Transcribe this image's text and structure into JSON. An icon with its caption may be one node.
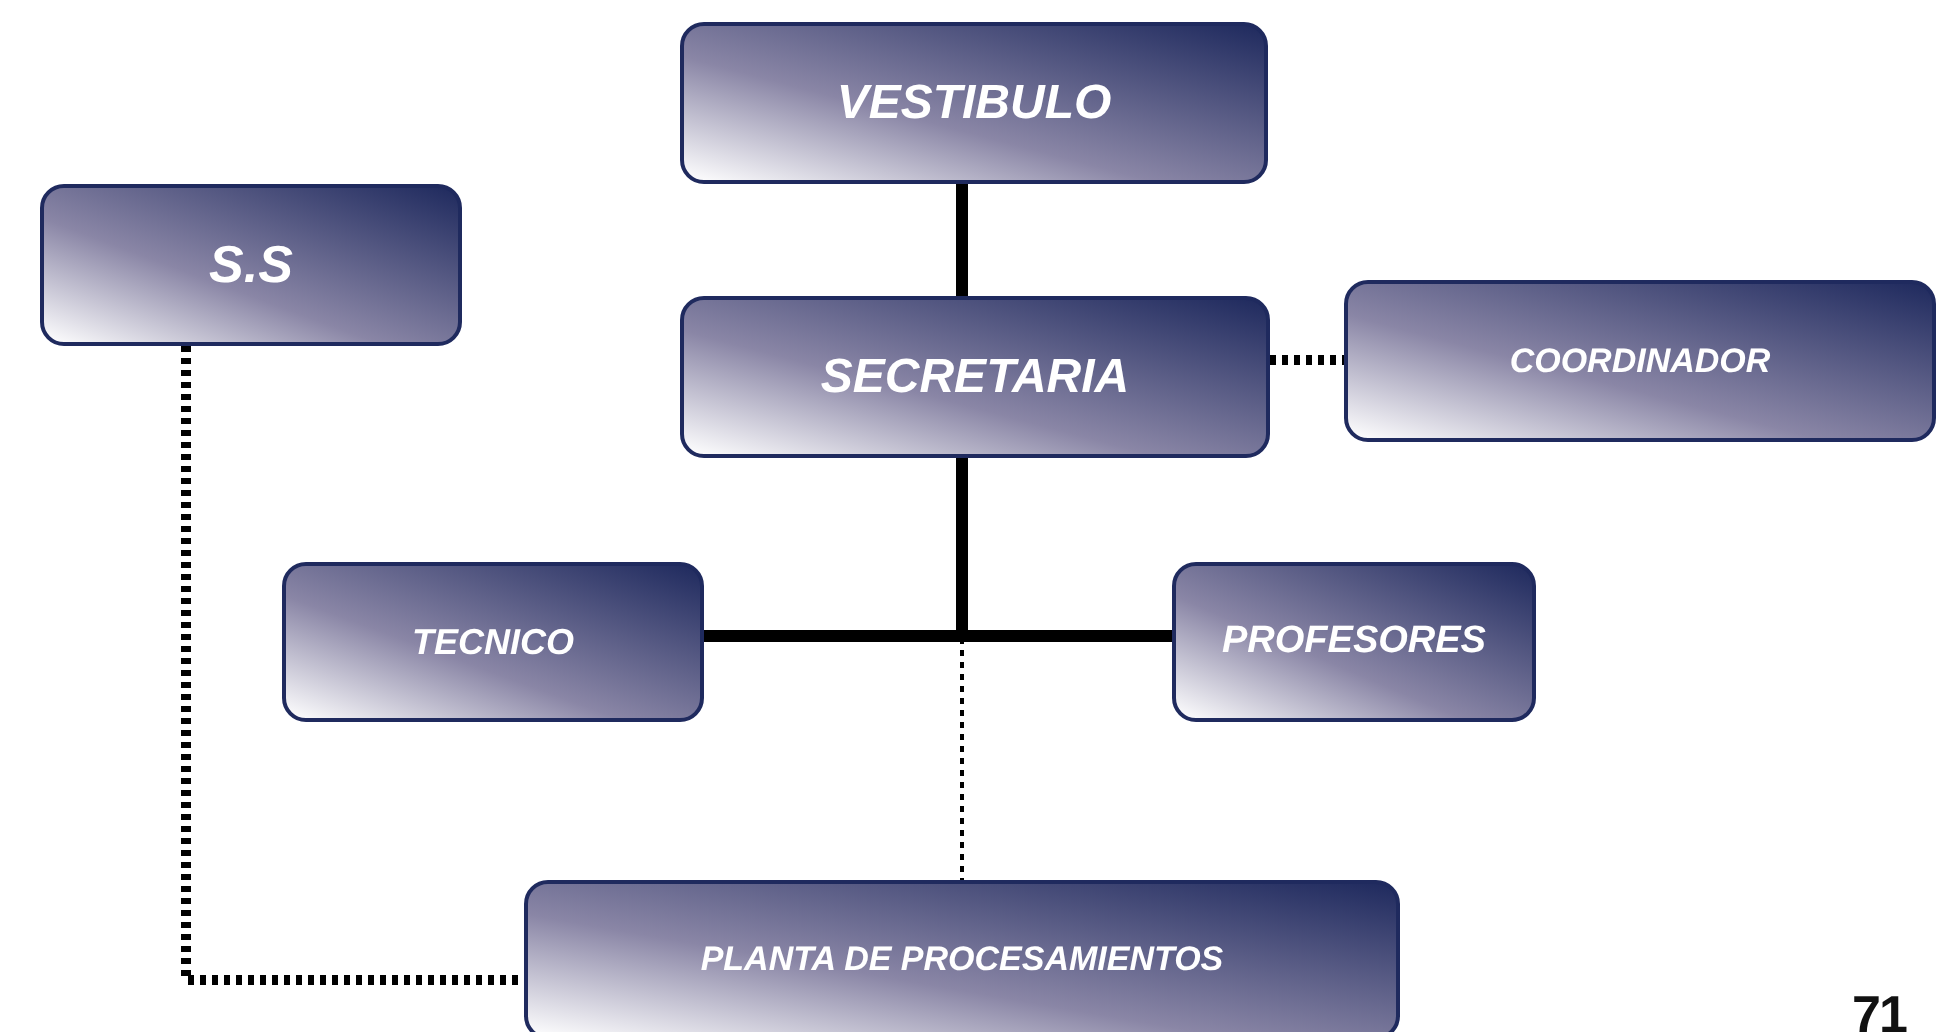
{
  "diagram": {
    "nodes": [
      {
        "text": [
          "VESTIBULO"
        ]
      },
      {
        "text": [
          "S.S"
        ]
      },
      {
        "text": [
          "SECRETARIA"
        ]
      },
      {
        "text": [
          "COORDINADOR"
        ]
      },
      {
        "text": [
          "TECNICO"
        ]
      },
      {
        "text": [
          "PROFESORES"
        ]
      },
      {
        "text": [
          "PLANTA DE PROCESAMIENTOS"
        ]
      }
    ],
    "edges": [
      {
        "from": 0,
        "to": 2,
        "arrow": "none"
      },
      {
        "from": 2,
        "to": 3,
        "arrow": "none",
        "style": "dashed"
      },
      {
        "from": 2,
        "to": 4,
        "arrow": "none"
      },
      {
        "from": 2,
        "to": 5,
        "arrow": "none"
      },
      {
        "from": 2,
        "to": 6,
        "arrow": "none",
        "style": "dashed"
      },
      {
        "from": 1,
        "to": 6,
        "arrow": "none",
        "style": "dashed"
      }
    ],
    "labels": [
      "71"
    ]
  }
}
